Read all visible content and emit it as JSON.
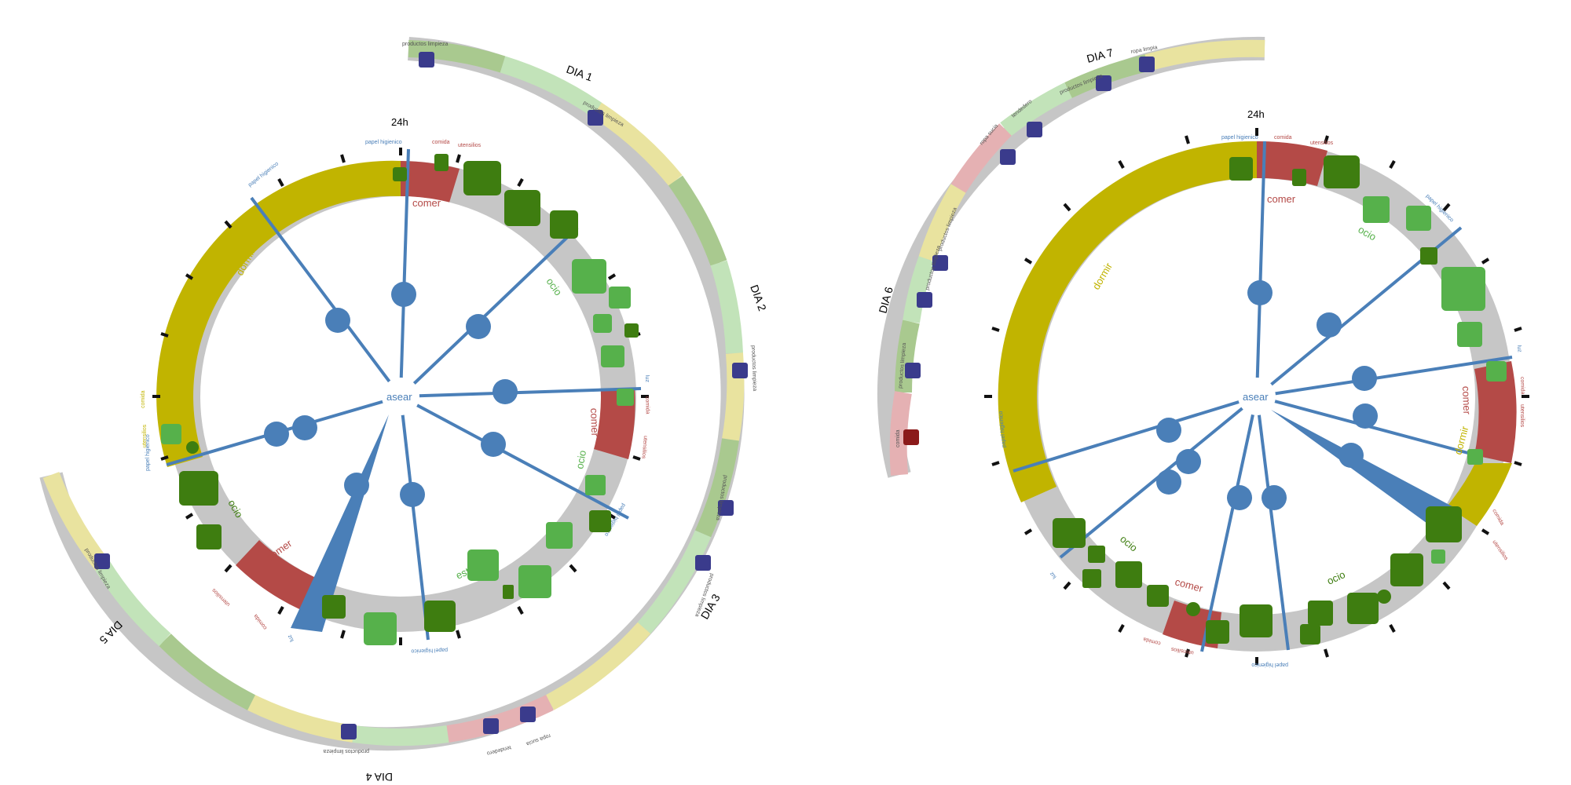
{
  "colors": {
    "ring_bg": "#c6c6c6",
    "dormir": "#c1b400",
    "comer": "#b44a47",
    "asear": "#4a7fb8",
    "ocio_dark": "#3e7d10",
    "ocio_light": "#56b14b",
    "estudio": "#6ec05e",
    "stripe_light_green": "#c2e3b9",
    "stripe_mid_green": "#a9c98f",
    "stripe_yellow": "#e9e39f",
    "stripe_pink": "#e5b1b3",
    "stripe_blue": "#b6cfe6",
    "purple_icon": "#3a3b8c"
  },
  "icons": [
    "toilet-icon",
    "sink-icon",
    "shower-icon",
    "tv-icon",
    "laptop-icon",
    "book-icon",
    "facebook-icon",
    "whatsapp-icon",
    "chat-icon",
    "game-icon",
    "dice-icon",
    "party-icon",
    "phone-icon",
    "music-icon",
    "soap-icon",
    "mop-icon",
    "iron-icon",
    "washing-machine-icon",
    "basket-icon",
    "pot-icon"
  ],
  "left": {
    "hour_label": "24h",
    "center_label": "asear",
    "activities": [
      {
        "label": "dormir",
        "color_key": "dormir"
      },
      {
        "label": "comer",
        "color_key": "comer"
      },
      {
        "label": "comer",
        "color_key": "comer"
      },
      {
        "label": "comer",
        "color_key": "comer"
      },
      {
        "label": "ocio",
        "color_key": "ocio_light"
      },
      {
        "label": "ocio",
        "color_key": "ocio_light"
      },
      {
        "label": "ocio",
        "color_key": "ocio_dark"
      },
      {
        "label": "estudio",
        "color_key": "estudio"
      }
    ],
    "small_labels": [
      "papel higienico",
      "comida",
      "utensilios",
      "papel higienico",
      "luz",
      "comida",
      "utensilios",
      "papel higienico",
      "papel higienico",
      "luz",
      "comida",
      "utensilios",
      "papel higienico",
      "comida",
      "utensilios",
      "sofa",
      "luz",
      "papel higienico"
    ],
    "days": [
      {
        "label": "DIA 1",
        "stripe_labels": [
          "productos limpieza",
          "productos limpieza"
        ]
      },
      {
        "label": "DIA 2",
        "stripe_labels": [
          "productos limpieza"
        ]
      },
      {
        "label": "DIA 3",
        "stripe_labels": [
          "productos limpieza",
          "productos limpieza"
        ]
      },
      {
        "label": "DIA 4",
        "stripe_labels": [
          "productos limpieza",
          "ropa sucia",
          "tendedero",
          "productos limpieza"
        ]
      },
      {
        "label": "DIA 5",
        "stripe_labels": [
          "productos limpieza"
        ]
      }
    ]
  },
  "right": {
    "hour_label": "24h",
    "center_label": "asear",
    "activities": [
      {
        "label": "dormir",
        "color_key": "dormir"
      },
      {
        "label": "dormir",
        "color_key": "dormir"
      },
      {
        "label": "comer",
        "color_key": "comer"
      },
      {
        "label": "comer",
        "color_key": "comer"
      },
      {
        "label": "comer",
        "color_key": "comer"
      },
      {
        "label": "ocio",
        "color_key": "ocio_light"
      },
      {
        "label": "ocio",
        "color_key": "ocio_dark"
      },
      {
        "label": "ocio",
        "color_key": "ocio_dark"
      }
    ],
    "small_labels": [
      "papel higienico",
      "comida",
      "utensilios",
      "papel higienico",
      "luz",
      "comida",
      "utensilios",
      "papel higienico",
      "luz",
      "comida",
      "utensilios",
      "papel higienico",
      "comida",
      "utensilios"
    ],
    "days": [
      {
        "label": "DIA 6",
        "stripe_labels": [
          "productos limpieza",
          "productos limpieza",
          "productos limpieza",
          "comida"
        ]
      },
      {
        "label": "DIA 7",
        "stripe_labels": [
          "productos limpieza",
          "ropa sucia",
          "tendedero",
          "ropa limpia"
        ]
      }
    ]
  }
}
